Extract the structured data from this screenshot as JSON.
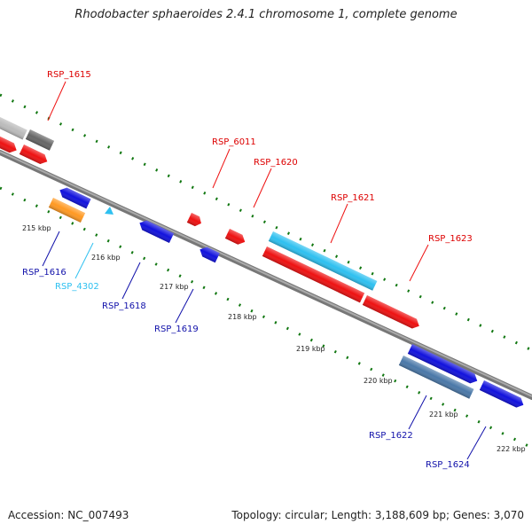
{
  "title": "Rhodobacter sphaeroides 2.4.1 chromosome 1, complete genome",
  "footer": {
    "accession": "Accession: NC_007493",
    "summary": "Topology: circular; Length: 3,188,609 bp; Genes: 3,070"
  },
  "colors": {
    "forward_gene": "#ee1111",
    "reverse_gene": "#1111dd",
    "rna_gene": "#2ec0f0",
    "steelblue_gene": "#4a78a8",
    "orange_gene": "#ff9922",
    "gray_gene": "#bbbbbb",
    "darkgray_gene": "#666666",
    "backbone": "#888888",
    "gc_ticks": "#117711"
  },
  "scale_labels": [
    "215 kbp",
    "216 kbp",
    "217 kbp",
    "218 kbp",
    "219 kbp",
    "220 kbp",
    "221 kbp",
    "222 kbp"
  ],
  "gene_labels": [
    {
      "name": "RSP_1615",
      "strand": "forward"
    },
    {
      "name": "RSP_6011",
      "strand": "forward"
    },
    {
      "name": "RSP_1620",
      "strand": "forward"
    },
    {
      "name": "RSP_1621",
      "strand": "forward"
    },
    {
      "name": "RSP_1623",
      "strand": "forward"
    },
    {
      "name": "RSP_1616",
      "strand": "reverse"
    },
    {
      "name": "RSP_4302",
      "strand": "rna"
    },
    {
      "name": "RSP_1618",
      "strand": "reverse"
    },
    {
      "name": "RSP_1619",
      "strand": "reverse"
    },
    {
      "name": "RSP_1622",
      "strand": "reverse"
    },
    {
      "name": "RSP_1624",
      "strand": "reverse"
    }
  ]
}
